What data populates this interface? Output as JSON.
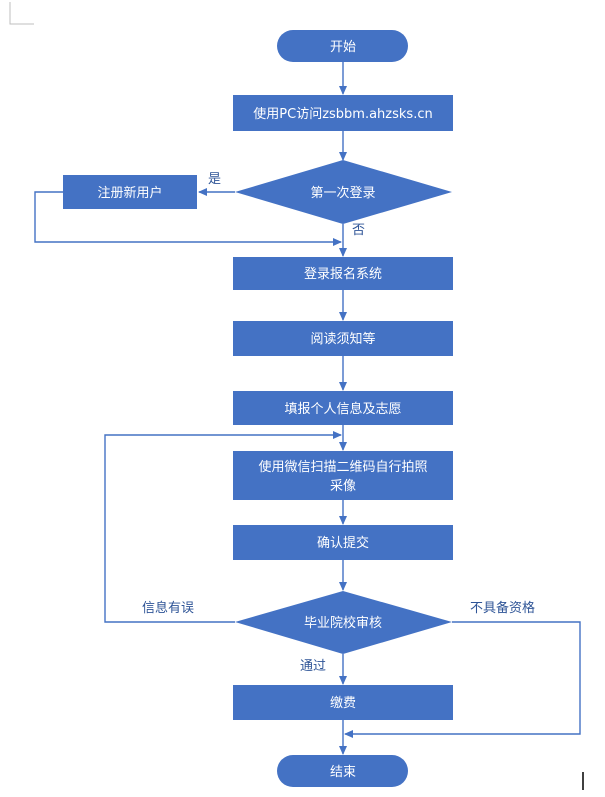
{
  "colors": {
    "node_fill": "#4472c4",
    "line": "#4472c4",
    "label_text": "#2f5597",
    "node_text": "#ffffff"
  },
  "nodes": {
    "start": "开始",
    "visit": "使用PC访问zsbbm.ahzsks.cn",
    "first_login": "第一次登录",
    "register": "注册新用户",
    "login": "登录报名系统",
    "read": "阅读须知等",
    "fill": "填报个人信息及志愿",
    "photo_line1": "使用微信扫描二维码自行拍照",
    "photo_line2": "采像",
    "confirm": "确认提交",
    "review": "毕业院校审核",
    "pay": "缴费",
    "end": "结束"
  },
  "edge_labels": {
    "yes": "是",
    "no": "否",
    "info_error": "信息有误",
    "not_qualified": "不具备资格",
    "pass": "通过"
  }
}
